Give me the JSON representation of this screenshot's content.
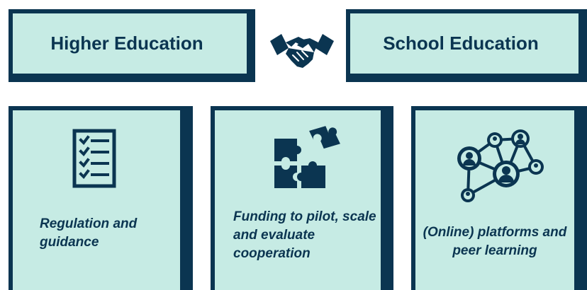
{
  "header": {
    "left_label": "Higher Education",
    "right_label": "School Education"
  },
  "cards": [
    {
      "icon": "checklist-icon",
      "label": "Regulation and guidance"
    },
    {
      "icon": "puzzle-icon",
      "label": "Funding to pilot, scale and evaluate cooperation"
    },
    {
      "icon": "network-people-icon",
      "label": "(Online) platforms and peer learning"
    }
  ],
  "colors": {
    "navy": "#0b3551",
    "mint": "#c6ebe4"
  }
}
